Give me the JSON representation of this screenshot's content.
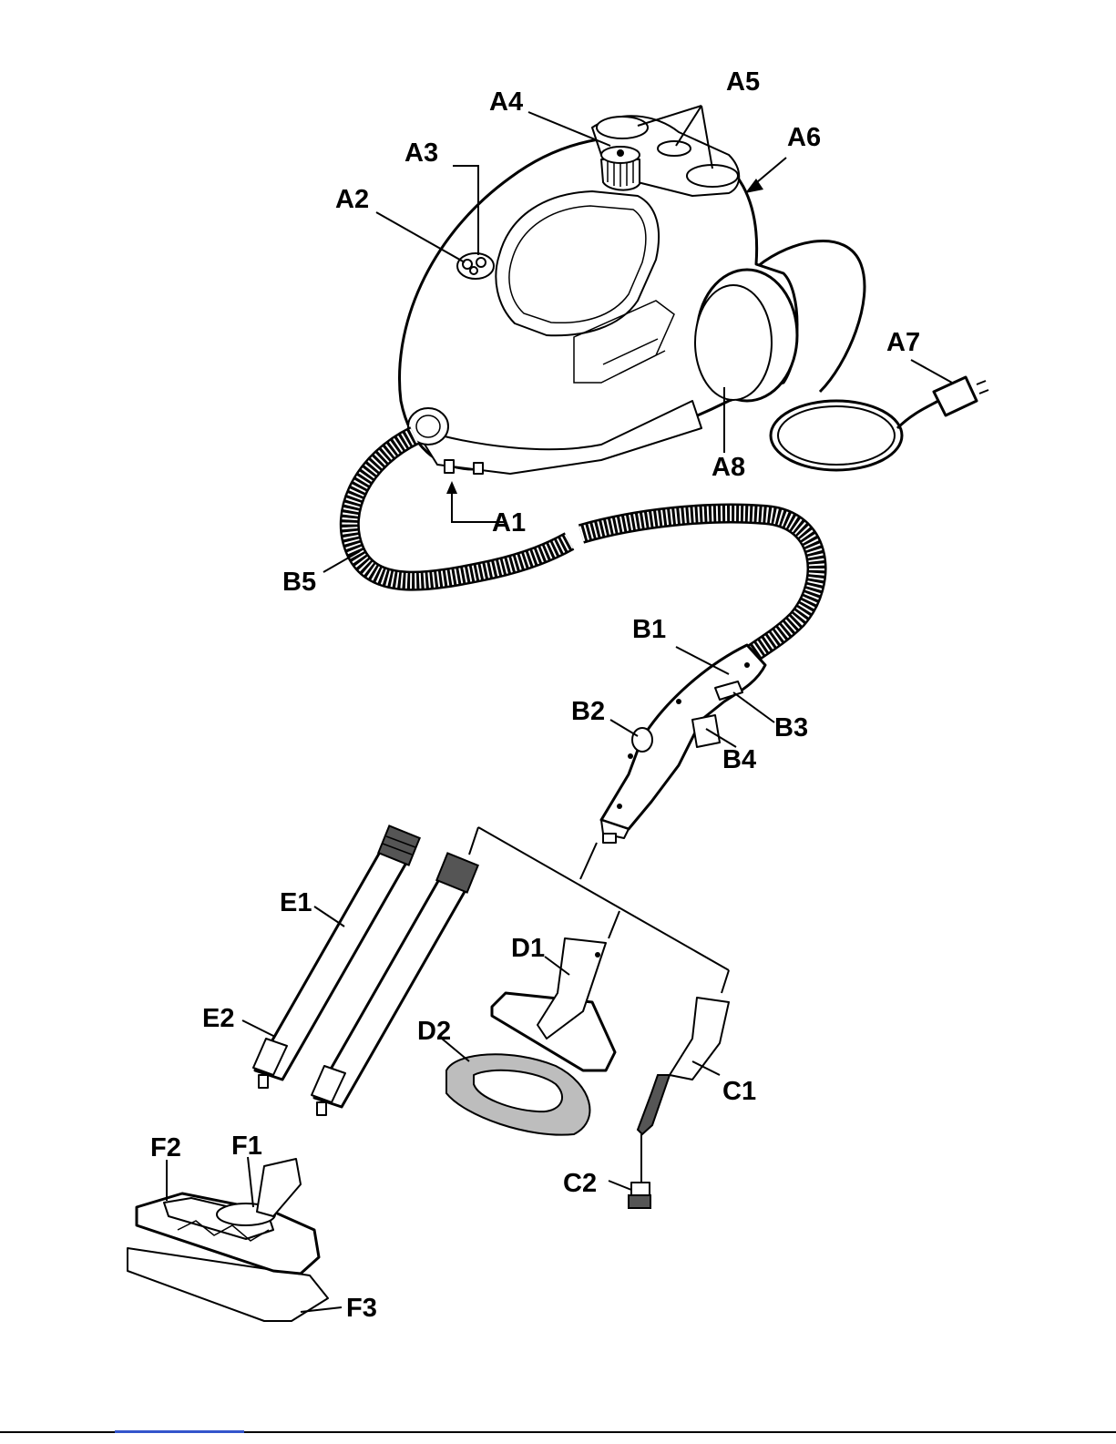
{
  "labels": {
    "A1": "A1",
    "A2": "A2",
    "A3": "A3",
    "A4": "A4",
    "A5": "A5",
    "A6": "A6",
    "A7": "A7",
    "A8": "A8",
    "B1": "B1",
    "B2": "B2",
    "B3": "B3",
    "B4": "B4",
    "B5": "B5",
    "C1": "C1",
    "C2": "C2",
    "D1": "D1",
    "D2": "D2",
    "E1": "E1",
    "E2": "E2",
    "F1": "F1",
    "F2": "F2",
    "F3": "F3"
  },
  "colors": {
    "line": "#000000",
    "fill": "#ffffff",
    "shade": "#bdbdbd",
    "footer_link": "#3355cc"
  }
}
